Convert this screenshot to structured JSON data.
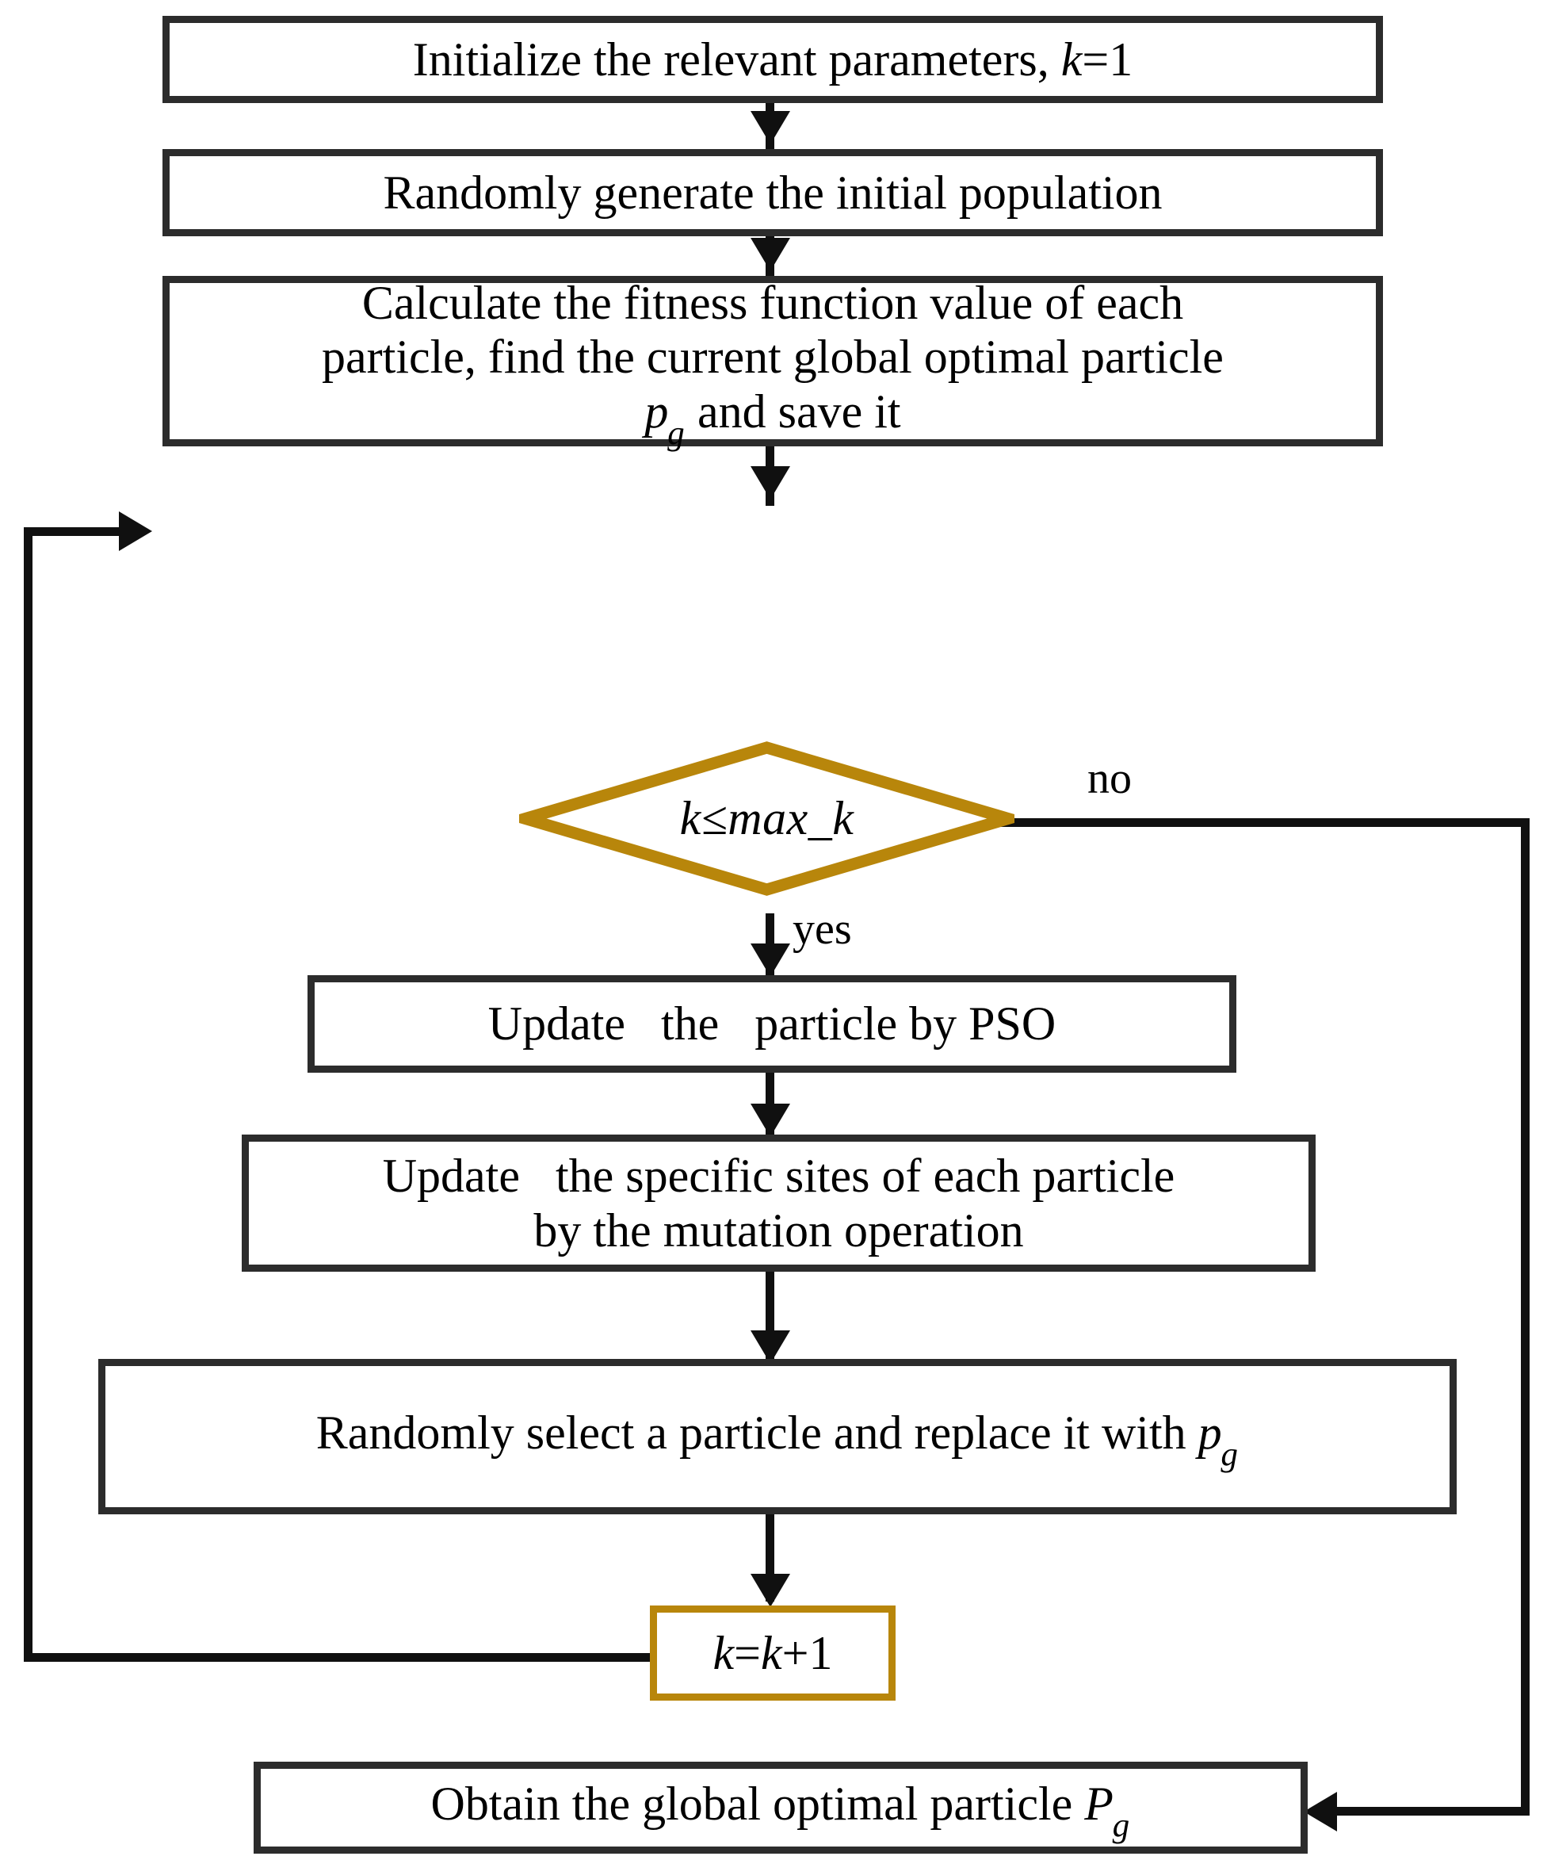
{
  "diagram": {
    "title": "Improved PSO algorithm flowchart",
    "type": "flowchart",
    "colors": {
      "box_border": "#2c2c2c",
      "accent": "#b8860b",
      "connector": "#101010",
      "background": "#ffffff",
      "text": "#000000"
    }
  },
  "nodes": {
    "init": {
      "shape": "process",
      "text_plain": "Initialize the relevant parameters, k=1",
      "text_main": "Initialize the relevant parameters, ",
      "var_k": "k",
      "text_tail": "=1"
    },
    "generate": {
      "shape": "process",
      "text_plain": "Randomly generate the initial population",
      "text_main": "Randomly generate the initial population"
    },
    "calculate": {
      "shape": "process",
      "text_plain": "Calculate the fitness function value of each particle, find the current global optimal particle pg and save it",
      "line1": "Calculate the fitness function value of each",
      "line2": "particle, find the current global optimal particle",
      "line3_var": "p",
      "line3_sub": "g",
      "line3_tail": " and save it"
    },
    "decision": {
      "shape": "diamond",
      "text_plain": "k≤max_k",
      "text_main": "k≤max_k",
      "yes_label": "yes",
      "no_label": "no"
    },
    "update_pso": {
      "shape": "process",
      "text_plain": "Update  the  particle by PSO",
      "text_main": "Update  the  particle by PSO"
    },
    "mutation": {
      "shape": "process",
      "text_plain": "Update the specific sites of each particle by the mutation operation",
      "line1": "Update  the specific sites of each particle",
      "line2": "by the mutation operation"
    },
    "replace": {
      "shape": "process",
      "text_plain": "Randomly select a particle and replace it with pg",
      "text_main": "Randomly select a particle and replace it with ",
      "var_p": "p",
      "var_sub": "g"
    },
    "increment": {
      "shape": "accent-process",
      "text_plain": "k=k+1",
      "var_k1": "k",
      "eq": "=",
      "var_k2": "k",
      "tail": "+1"
    },
    "obtain": {
      "shape": "process",
      "text_plain": "Obtain the global optimal particle Pg",
      "text_main": "Obtain the global optimal particle ",
      "var_p": "P",
      "var_sub": "g"
    }
  },
  "edges": [
    {
      "from": "init",
      "to": "generate",
      "label": ""
    },
    {
      "from": "generate",
      "to": "calculate",
      "label": ""
    },
    {
      "from": "calculate",
      "to": "decision",
      "label": ""
    },
    {
      "from": "decision",
      "to": "update_pso",
      "label": "yes"
    },
    {
      "from": "decision",
      "to": "obtain",
      "label": "no"
    },
    {
      "from": "update_pso",
      "to": "mutation",
      "label": ""
    },
    {
      "from": "mutation",
      "to": "replace",
      "label": ""
    },
    {
      "from": "replace",
      "to": "increment",
      "label": ""
    },
    {
      "from": "increment",
      "to": "calculate",
      "label": ""
    }
  ]
}
